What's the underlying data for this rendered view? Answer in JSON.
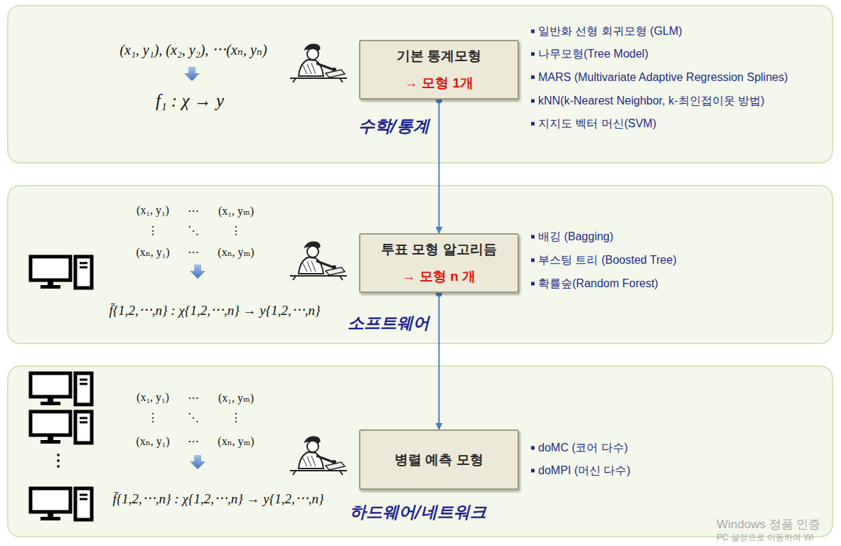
{
  "diagram": {
    "nodes": [
      {
        "text": [
          "(x₁, y₁), (x₂, y₂), ⋯(xₙ, yₙ)",
          "f₁ : χ → y",
          "일반화 선형 회귀모형 (GLM)",
          "나무모형(Tree Model)",
          "MARS (Multivariate Adaptive Regression Splines)",
          "kNN(k-Nearest Neighbor, k-최인접이웃 방법)",
          "지지도 벡터 머신(SVM)",
          "수학/통계"
        ]
      },
      {
        "text": [
          "기본 통계모형",
          "→ 모형 1개"
        ],
        "in": 0
      },
      {
        "text": [
          "(x₁, y₁)",
          "⋯",
          "(x₁, yₘ)",
          "⋮",
          "⋱",
          "⋮",
          "(xₙ, y₁)",
          "⋯",
          "(xₙ, yₘ)",
          "f̄{1,2,⋯,n} : χ{1,2,⋯,n} → y{1,2,⋯,n}",
          "배깅 (Bagging)",
          "부스팅 트리 (Boosted Tree)",
          "확률숲(Random Forest)",
          "소프트웨어"
        ]
      },
      {
        "text": [
          "투표 모형 알고리듬",
          "→ 모형 n 개"
        ],
        "in": 2
      },
      {
        "text": [
          "(x₁, y₁)",
          "⋯",
          "(x₁, yₘ)",
          "⋮",
          "⋱",
          "⋮",
          "(xₙ, y₁)",
          "⋯",
          "(xₙ, yₘ)",
          "f̄{1,2,⋯,n} : χ{1,2,⋯,n} → y{1,2,⋯,n}",
          "doMC (코어 다수)",
          "doMPI (머신 다수)",
          "하드웨어/네트워크"
        ]
      },
      {
        "text": [
          "병렬 예측 모형"
        ],
        "in": 4
      }
    ],
    "edges": [
      {
        "from": 1,
        "to": 3,
        "arrow": "to"
      },
      {
        "from": 3,
        "to": 5,
        "arrow": "to"
      }
    ],
    "labels": [
      "Windows 정품 인증",
      "PC 설정으로 이동하여 Wi"
    ]
  }
}
